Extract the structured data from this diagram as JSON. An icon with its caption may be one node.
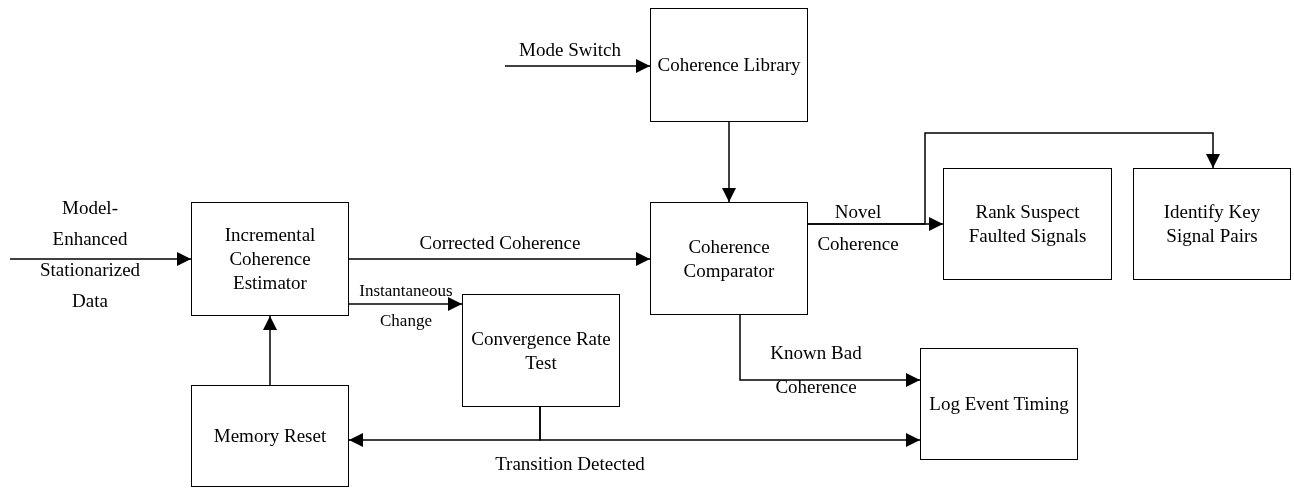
{
  "diagram": {
    "nodes": [
      {
        "text": [
          "Coherence Library"
        ]
      },
      {
        "text": [
          "Incremental Coherence Estimator"
        ]
      },
      {
        "text": [
          "Coherence Comparator"
        ]
      },
      {
        "text": [
          "Rank Suspect Faulted Signals"
        ]
      },
      {
        "text": [
          "Identify Key Signal Pairs"
        ]
      },
      {
        "text": [
          "Convergence Rate Test"
        ]
      },
      {
        "text": [
          "Log Event Timing"
        ]
      },
      {
        "text": [
          "Memory Reset"
        ]
      }
    ],
    "edges": [
      {
        "from": null,
        "to": 0,
        "arrow": "to",
        "label": "Mode Switch"
      },
      {
        "from": null,
        "to": 1,
        "arrow": "to",
        "label": "Model- Enhanced Stationarized Data"
      },
      {
        "from": 1,
        "to": 2,
        "arrow": "to",
        "label": "Corrected Coherence"
      },
      {
        "from": 1,
        "to": 5,
        "arrow": "to",
        "label": "Instantaneous Change"
      },
      {
        "from": 0,
        "to": 2,
        "arrow": "to"
      },
      {
        "from": 2,
        "to": 3,
        "arrow": "to",
        "label": "Novel Coherence"
      },
      {
        "from": 2,
        "to": 4,
        "arrow": "to"
      },
      {
        "from": 2,
        "to": 6,
        "arrow": "to",
        "label": "Known Bad Coherence"
      },
      {
        "from": 5,
        "to": 7,
        "arrow": "to",
        "label": "Transition Detected"
      },
      {
        "from": 5,
        "to": 6,
        "arrow": "to"
      },
      {
        "from": 7,
        "to": 1,
        "arrow": "to"
      }
    ]
  }
}
